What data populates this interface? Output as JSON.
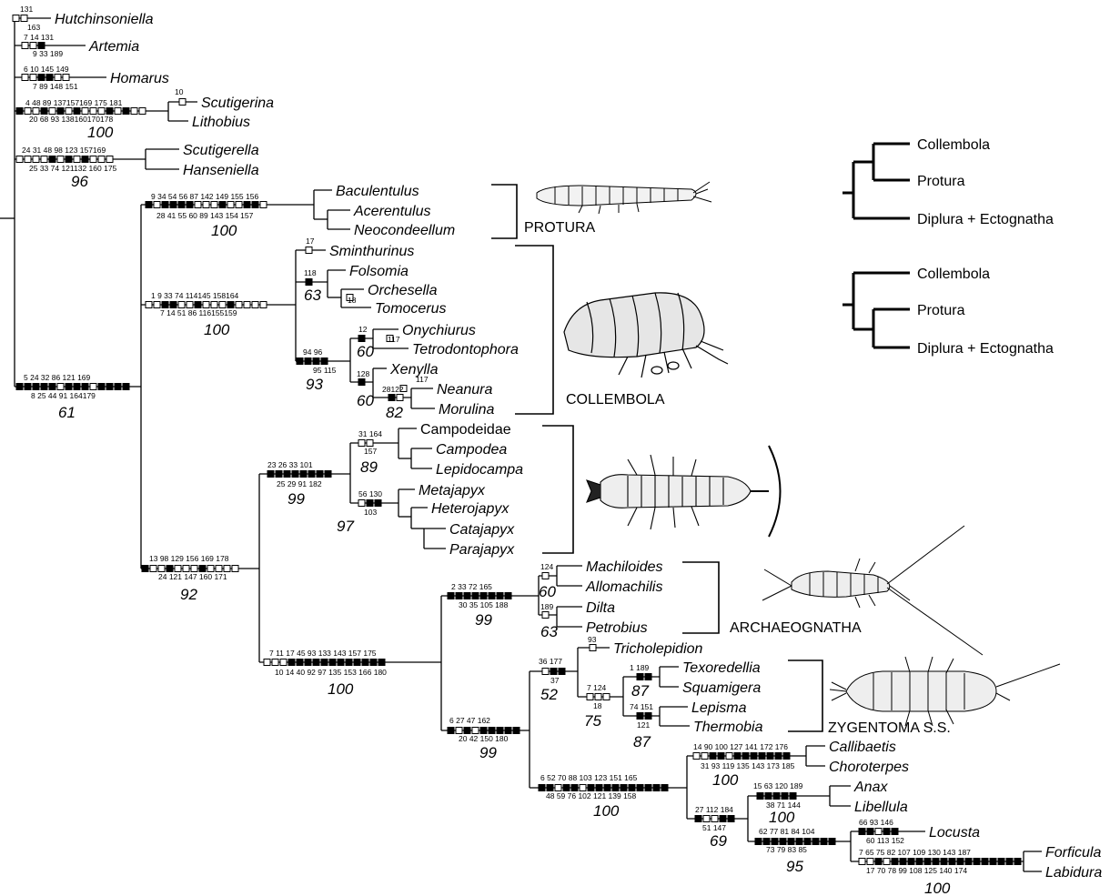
{
  "taxa": {
    "hutchinsoniella": "Hutchinsoniella",
    "artemia": "Artemia",
    "homarus": "Homarus",
    "scutigerina": "Scutigerina",
    "lithobius": "Lithobius",
    "scutigerella": "Scutigerella",
    "hanseniella": "Hanseniella",
    "baculentulus": "Baculentulus",
    "acerentulus": "Acerentulus",
    "neocondeellum": "Neocondeellum",
    "sminthurinus": "Sminthurinus",
    "folsomia": "Folsomia",
    "orchesella": "Orchesella",
    "tomocerus": "Tomocerus",
    "onychiurus": "Onychiurus",
    "tetrodontophora": "Tetrodontophora",
    "xenylla": "Xenylla",
    "neanura": "Neanura",
    "morulina": "Morulina",
    "campodeidae": "Campodeidae",
    "campodea": "Campodea",
    "lepidocampa": "Lepidocampa",
    "metajapyx": "Metajapyx",
    "heterojapyx": "Heterojapyx",
    "catajapyx": "Catajapyx",
    "parajapyx": "Parajapyx",
    "machiloides": "Machiloides",
    "allomachilis": "Allomachilis",
    "dilta": "Dilta",
    "petrobius": "Petrobius",
    "tricholepidion": "Tricholepidion",
    "texoredellia": "Texoredellia",
    "squamigera": "Squamigera",
    "lepisma": "Lepisma",
    "thermobia": "Thermobia",
    "callibaetis": "Callibaetis",
    "choroterpes": "Choroterpes",
    "anax": "Anax",
    "libellula": "Libellula",
    "locusta": "Locusta",
    "forficula": "Forficula",
    "labidura": "Labidura"
  },
  "support": {
    "s1": "100",
    "s2": "96",
    "s3": "100",
    "s4": "63",
    "s5": "100",
    "s6": "60",
    "s7": "93",
    "s8": "60",
    "s9": "82",
    "s10": "61",
    "s11": "89",
    "s12": "99",
    "s13": "97",
    "s14": "92",
    "s15": "60",
    "s16": "63",
    "s17": "99",
    "s18": "100",
    "s19": "52",
    "s20": "87",
    "s21": "75",
    "s22": "87",
    "s23": "99",
    "s24": "100",
    "s25": "100",
    "s26": "100",
    "s27": "69",
    "s28": "95",
    "s29": "100"
  },
  "characters": {
    "c01": "131",
    "c02": "163",
    "c03": "7  14  131",
    "c04": "9    33 189",
    "c05": "6   10  145 149",
    "c06": "7   89  148 151",
    "c07": "4    48  89  137157169  175 181",
    "c08": "20   68  93 138160170178",
    "c09": "10",
    "c10": "24  31  48  98  123  157169",
    "c11": "25  33  74  121132 160  175",
    "c12": "9    34  54   56  87  142 149 155 156",
    "c13": "28  41   55   60  89 143 154 157",
    "c14": "17",
    "c15": "118",
    "c16": "18",
    "c17": "1     9   33    74  114145 158164",
    "c18": "7   14   51   86  116155159",
    "c19": "12",
    "c20": "117",
    "c21": "94  96",
    "c22": "95  115",
    "c23": "128",
    "c24": "117",
    "c25": "28122",
    "c26": "5     24  32   86  121 169",
    "c27": "8    25  44    91  164179",
    "c28": "31  164",
    "c29": "157",
    "c30": "23  26  33   101",
    "c31": "25   29   91  182",
    "c32": "56    130",
    "c33": "103",
    "c34": "13   98  129 156 169 178",
    "c35": "24  121 147 160 171",
    "c36": "124",
    "c37": "189",
    "c38": "2   33  72   165",
    "c39": "30   35 105 188",
    "c40": "93",
    "c41": "36  177",
    "c42": "37",
    "c43": "1  189",
    "c44": "7    124",
    "c45": "18",
    "c46": "74  151",
    "c47": "121",
    "c48": "7     11   17   45   93  133 143 157 175",
    "c49": "10   14   40   92   97  135 153 166 180",
    "c50": "6    27   47   162",
    "c51": "20   42 150 180",
    "c52": "14   90  100 127 141 172 176",
    "c53": "31   93 119 135 143 173 185",
    "c54": "6    52     70   88  103 123 151 165",
    "c55": "48    59    76 102 121 139 158",
    "c56": "15   63 120 189",
    "c57": "38    71  144",
    "c58": "27 112 184",
    "c59": "51   147",
    "c60": "66  93  146",
    "c61": "60 113 152",
    "c62": "62   77   81   84  104",
    "c63": "73   79   83   85",
    "c64": "7   65  75  82  107 109 130 143 187",
    "c65": "17   70  78   99 108 125 140 174"
  },
  "groups": {
    "protura": "PROTURA",
    "collembola": "COLLEMBOLA",
    "archaeognatha": "ARCHAEOGNATHA",
    "zygentoma": "ZYGENTOMA S.S."
  },
  "inset_top": {
    "t1": "Collembola",
    "t2": "Protura",
    "t3": "Diplura + Ectognatha"
  },
  "inset_bottom": {
    "t1": "Collembola",
    "t2": "Protura",
    "t3": "Diplura + Ectognatha"
  }
}
